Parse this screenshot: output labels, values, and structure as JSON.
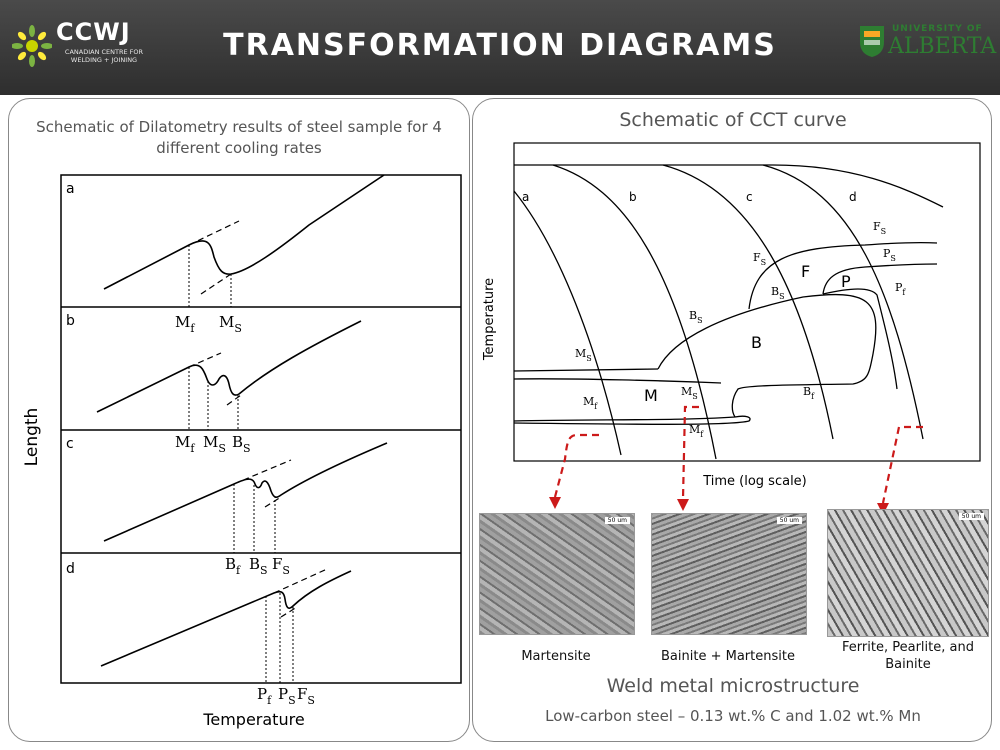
{
  "header": {
    "title": "TRANSFORMATION DIAGRAMS",
    "left_logo": {
      "brand": "CCWJ",
      "subtitle": "CANADIAN CENTRE FOR WELDING + JOINING"
    },
    "right_logo": {
      "line1": "UNIVERSITY OF",
      "line2": "ALBERTA"
    },
    "colors": {
      "header_bg": "#3a3a3a",
      "ualberta_green": "#2e7d32",
      "arrow_red": "#cc1a1a"
    }
  },
  "left_panel": {
    "heading": "Schematic of Dilatometry results of steel sample for 4 different cooling rates",
    "y_label": "Length",
    "x_label": "Temperature",
    "plots": [
      {
        "id": "a",
        "labels": [
          "M",
          "f",
          "M",
          "S"
        ]
      },
      {
        "id": "b",
        "labels": [
          "M",
          "f",
          "M",
          "S",
          "B",
          "S"
        ]
      },
      {
        "id": "c",
        "labels": [
          "B",
          "f",
          "B",
          "S",
          "F",
          "S"
        ]
      },
      {
        "id": "d",
        "labels": [
          "P",
          "f",
          "P",
          "S",
          "F",
          "S"
        ]
      }
    ]
  },
  "right_panel": {
    "heading": "Schematic of CCT curve",
    "y_label": "Temperature",
    "x_label": "Time (log scale)",
    "curve_labels": [
      "a",
      "b",
      "c",
      "d"
    ],
    "regions": [
      "F",
      "P",
      "B",
      "M"
    ],
    "line_labels": {
      "fs1": [
        "F",
        "S"
      ],
      "fs2": [
        "F",
        "S"
      ],
      "ps": [
        "P",
        "S"
      ],
      "pf": [
        "P",
        "f"
      ],
      "bs1": [
        "B",
        "S"
      ],
      "bs2": [
        "B",
        "S"
      ],
      "bf": [
        "B",
        "f"
      ],
      "ms1": [
        "M",
        "S"
      ],
      "ms2": [
        "M",
        "S"
      ],
      "mf1": [
        "M",
        "f"
      ],
      "mf2": [
        "M",
        "f"
      ]
    },
    "micrographs": [
      {
        "caption": "Martensite",
        "scale_bar": "50 um"
      },
      {
        "caption": "Bainite + Martensite",
        "scale_bar": "50 um"
      },
      {
        "caption": "Ferrite, Pearlite, and Bainite",
        "scale_bar": "50 um"
      }
    ],
    "weld_title": "Weld metal microstructure",
    "weld_subtitle": "Low-carbon steel – 0.13 wt.% C and 1.02 wt.% Mn"
  }
}
